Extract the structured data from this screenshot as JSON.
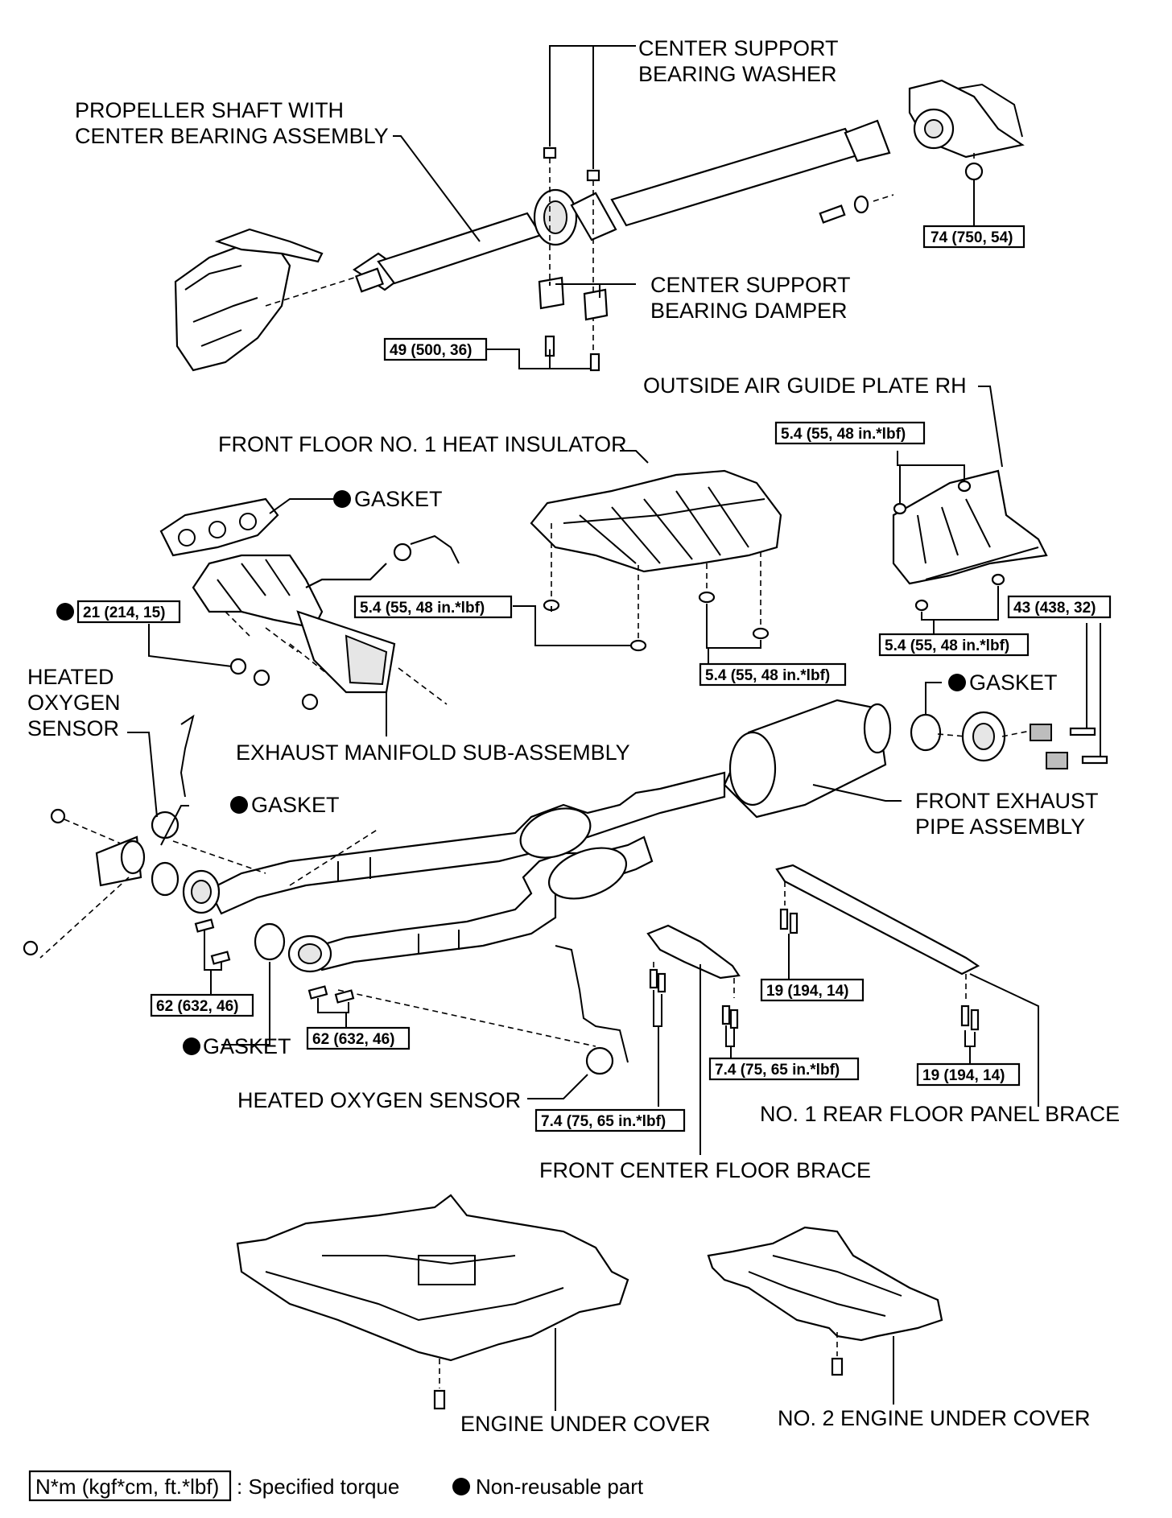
{
  "labels": {
    "propeller_shaft_1": "PROPELLER SHAFT WITH",
    "propeller_shaft_2": "CENTER BEARING ASSEMBLY",
    "center_washer_1": "CENTER SUPPORT",
    "center_washer_2": "BEARING WASHER",
    "center_damper_1": "CENTER SUPPORT",
    "center_damper_2": "BEARING DAMPER",
    "outside_air_guide": "OUTSIDE AIR GUIDE PLATE RH",
    "front_floor_insulator": "FRONT FLOOR NO. 1 HEAT INSULATOR",
    "gasket_manifold": "GASKET",
    "heated_o2_left_1": "HEATED",
    "heated_o2_left_2": "OXYGEN",
    "heated_o2_left_3": "SENSOR",
    "exhaust_manifold": "EXHAUST MANIFOLD SUB-ASSEMBLY",
    "gasket_front_pipe": "GASKET",
    "gasket_rear": "GASKET",
    "front_exhaust_pipe_1": "FRONT EXHAUST",
    "front_exhaust_pipe_2": "PIPE ASSEMBLY",
    "gasket_lower": "GASKET",
    "heated_o2_bottom": "HEATED OXYGEN SENSOR",
    "rear_floor_brace": "NO. 1 REAR FLOOR PANEL BRACE",
    "front_center_brace": "FRONT CENTER FLOOR BRACE",
    "engine_under_cover": "ENGINE UNDER COVER",
    "engine_under_cover_2": "NO. 2 ENGINE UNDER COVER"
  },
  "torques": {
    "t_74": "74 (750, 54)",
    "t_49": "49 (500, 36)",
    "t_54_guide_top": "5.4 (55, 48 in.*lbf)",
    "t_21": "21 (214, 15)",
    "t_54_ins_left": "5.4 (55, 48 in.*lbf)",
    "t_54_ins_right": "5.4 (55, 48 in.*lbf)",
    "t_54_guide_bottom": "5.4 (55, 48 in.*lbf)",
    "t_43": "43 (438, 32)",
    "t_62_left": "62 (632, 46)",
    "t_62_right": "62 (632, 46)",
    "t_19_left": "19 (194, 14)",
    "t_19_right": "19 (194, 14)",
    "t_74_brace_right": "7.4 (75, 65 in.*lbf)",
    "t_74_brace_left": "7.4 (75, 65 in.*lbf)"
  },
  "legend": {
    "torque_box": "N*m (kgf*cm, ft.*lbf)",
    "torque_text": ": Specified torque",
    "nonreusable_text": "Non-reusable part"
  }
}
